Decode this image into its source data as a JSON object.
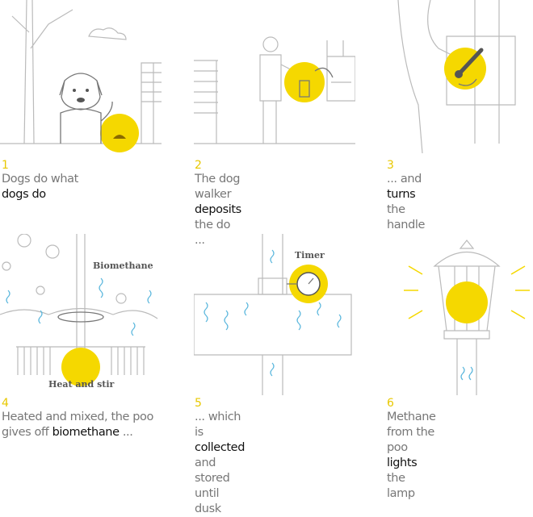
{
  "colors": {
    "accent": "#f5d800",
    "line": "#bbbbbb",
    "methane": "#5bb7dd"
  },
  "steps": [
    {
      "number": "1",
      "caption": [
        {
          "t": "Dogs do what",
          "b": false
        },
        {
          "t": "dogs do",
          "b": true
        }
      ]
    },
    {
      "number": "2",
      "caption": [
        {
          "t": "The dog walker",
          "b": false
        },
        {
          "t": "deposits",
          "b": true
        },
        {
          "t": " the do ...",
          "b": false
        }
      ]
    },
    {
      "number": "3",
      "caption": [
        {
          "t": "... and ",
          "b": false
        },
        {
          "t": "turns",
          "b": true
        },
        {
          "t": " the handle",
          "b": false
        }
      ]
    },
    {
      "number": "4",
      "caption": [
        {
          "t": "Heated and mixed, the poo",
          "b": false
        },
        {
          "t": "gives off ",
          "b": false
        },
        {
          "t": "biomethane",
          "b": true
        },
        {
          "t": " ...",
          "b": false
        }
      ],
      "labels": {
        "top": "Biomethane",
        "bottom": "Heat and stir"
      }
    },
    {
      "number": "5",
      "caption": [
        {
          "t": "... which is ",
          "b": false
        },
        {
          "t": "collected",
          "b": true
        },
        {
          "t": "and stored until dusk",
          "b": false
        }
      ],
      "labels": {
        "timer": "Timer"
      }
    },
    {
      "number": "6",
      "caption": [
        {
          "t": "Methane from the",
          "b": false
        },
        {
          "t": "poo ",
          "b": false
        },
        {
          "t": "lights",
          "b": true
        },
        {
          "t": " the lamp",
          "b": false
        }
      ]
    }
  ]
}
